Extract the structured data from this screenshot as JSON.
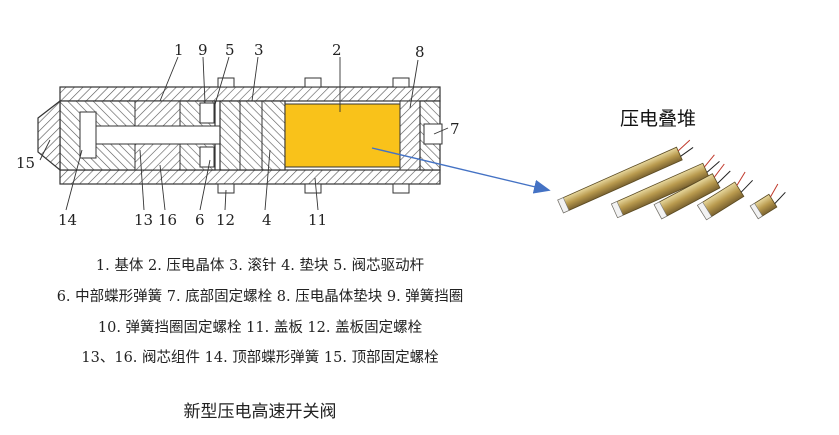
{
  "diagram": {
    "part_numbers": [
      "1",
      "2",
      "3",
      "4",
      "5",
      "6",
      "7",
      "8",
      "9",
      "11",
      "12",
      "13",
      "14",
      "15",
      "16"
    ],
    "legend_lines": [
      "1. 基体   2. 压电晶体   3. 滚针   4. 垫块   5. 阀芯驱动杆",
      "6. 中部蝶形弹簧   7. 底部固定螺栓   8. 压电晶体垫块   9. 弹簧挡圈",
      "10. 弹簧挡圈固定螺栓   11. 盖板   12. 盖板固定螺栓",
      "13、16. 阀芯组件   14. 顶部蝶形弹簧   15. 顶部固定螺栓"
    ],
    "caption": "新型压电高速开关阀"
  },
  "photo": {
    "title": "压电叠堆"
  },
  "colors": {
    "crystal": "#F9C21A",
    "arrow": "#4472C4",
    "hatch": "#555555"
  }
}
